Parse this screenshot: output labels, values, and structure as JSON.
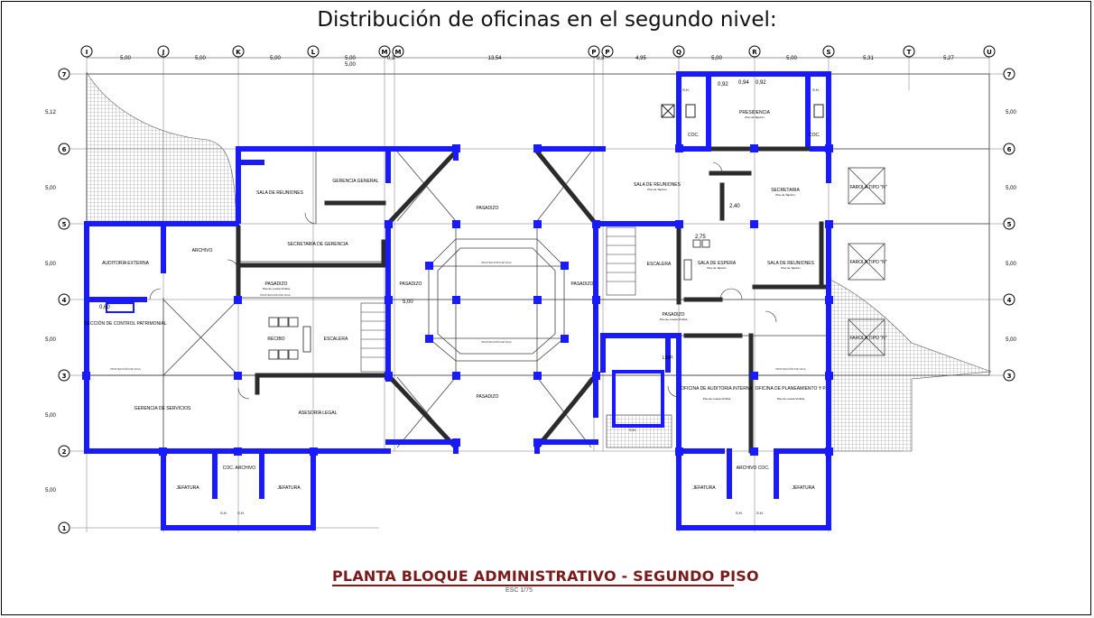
{
  "heading": "Distribución de oficinas en el segundo nivel:",
  "plan_title": "PLANTA BLOQUE ADMINISTRATIVO - SEGUNDO PISO",
  "plan_scale": "ESC 1/75",
  "colors": {
    "wall": "#1a1aff",
    "line": "#222222",
    "hatch": "#888888",
    "title": "#7a1a1a"
  },
  "axes_columns": [
    "I",
    "J",
    "K",
    "L",
    "M",
    "M",
    "P",
    "P",
    "Q",
    "R",
    "S",
    "T",
    "U"
  ],
  "axes_rows": [
    "7",
    "6",
    "5",
    "4",
    "3",
    "2",
    "1"
  ],
  "top_dims": [
    "5,00",
    "5,00",
    "5,00",
    "5,00",
    "0,3",
    "13,54",
    "0,3",
    "4,95",
    "5,00",
    "5,00",
    "5,31",
    "5,27"
  ],
  "top_dim_sub": "5,00",
  "left_dims": [
    "5,12",
    "5,00",
    "5,00",
    "5,00",
    "5,00",
    "5,00"
  ],
  "right_dims": [
    "5,00",
    "5,00",
    "5,00",
    "5,00"
  ],
  "rooms": [
    {
      "id": "sala-reuniones-1",
      "label": "SALA DE REUNIONES",
      "sub": ""
    },
    {
      "id": "gerencia-general",
      "label": "GERENCIA GENERAL",
      "sub": ""
    },
    {
      "id": "pasadizo-top",
      "label": "PASADIZO",
      "sub": ""
    },
    {
      "id": "sala-reuniones-2",
      "label": "SALA DE REUNIONES",
      "sub": "Piso de Tapizón"
    },
    {
      "id": "presidencia",
      "label": "PRESIDENCIA",
      "sub": "Piso de Tapizón"
    },
    {
      "id": "secretaria",
      "label": "SECRETARIA",
      "sub": "Piso de Tapizón"
    },
    {
      "id": "farola-1",
      "label": "FAROLA TIPO \"N\"",
      "sub": ""
    },
    {
      "id": "auditoria-externa",
      "label": "AUDITORÍA EXTERNA",
      "sub": ""
    },
    {
      "id": "archivo",
      "label": "ARCHIVO",
      "sub": ""
    },
    {
      "id": "secretaria-gerencia",
      "label": "SECRETARÍA DE GERENCIA",
      "sub": ""
    },
    {
      "id": "escalera-right",
      "label": "ESCALERA",
      "sub": ""
    },
    {
      "id": "sala-espera",
      "label": "SALA DE ESPERA",
      "sub": "Piso de Tapizón"
    },
    {
      "id": "sala-reuniones-3",
      "label": "SALA DE REUNIONES",
      "sub": "Piso de Tapizón"
    },
    {
      "id": "farola-2",
      "label": "FAROLA TIPO \"N\"",
      "sub": ""
    },
    {
      "id": "pasadizo-left-mid",
      "label": "PASADIZO",
      "sub": "Piso de Loseta Vinílica"
    },
    {
      "id": "pasadizo-left-v",
      "label": "PASADIZO",
      "sub": ""
    },
    {
      "id": "pasadizo-right-v",
      "label": "PASADIZO",
      "sub": ""
    },
    {
      "id": "seccion-control",
      "label": "SECCIÓN DE CONTROL PATRIMONIAL",
      "sub": ""
    },
    {
      "id": "recibo",
      "label": "RECIBO",
      "sub": ""
    },
    {
      "id": "escalera-left",
      "label": "ESCALERA",
      "sub": ""
    },
    {
      "id": "pasadizo-right-mid",
      "label": "PASADIZO",
      "sub": "Piso de Loseta Vinílica"
    },
    {
      "id": "farola-3",
      "label": "FAROLA TIPO \"N\"",
      "sub": ""
    },
    {
      "id": "limp",
      "label": "LIMP.",
      "sub": ""
    },
    {
      "id": "oficina-auditoria",
      "label": "OFICINA DE AUDITORIA INTERNA",
      "sub": "Piso de Loseta Vinílica"
    },
    {
      "id": "oficina-planeamiento",
      "label": "OFICINA DE PLANEAMIENTO Y P.",
      "sub": "Piso de Loseta Vinílica"
    },
    {
      "id": "gerencia-servicios",
      "label": "GERENCIA DE SERVICIOS",
      "sub": ""
    },
    {
      "id": "asesoria-legal",
      "label": "ASESORÍA LEGAL",
      "sub": ""
    },
    {
      "id": "pasadizo-bottom",
      "label": "PASADIZO",
      "sub": ""
    },
    {
      "id": "jefatura-1",
      "label": "JEFATURA",
      "sub": ""
    },
    {
      "id": "jefatura-2",
      "label": "JEFATURA",
      "sub": ""
    },
    {
      "id": "jefatura-3",
      "label": "JEFATURA",
      "sub": ""
    },
    {
      "id": "jefatura-4",
      "label": "JEFATURA",
      "sub": ""
    },
    {
      "id": "coc-archivo-left",
      "label": "COC. ARCHIVO",
      "sub": ""
    },
    {
      "id": "archivo-coc-right",
      "label": "ARCHIVO COC.",
      "sub": ""
    }
  ],
  "small_labels": {
    "sh": "S.H.",
    "coc": "COC.",
    "dim_092a": "0,92",
    "dim_094": "0,94",
    "dim_092b": "0,92",
    "dim_240": "2,40",
    "dim_275": "2,75",
    "dim_060": "0,60",
    "dim_500": "5,00",
    "proyeccion": "PROYECCIÓN DE VIGA"
  }
}
